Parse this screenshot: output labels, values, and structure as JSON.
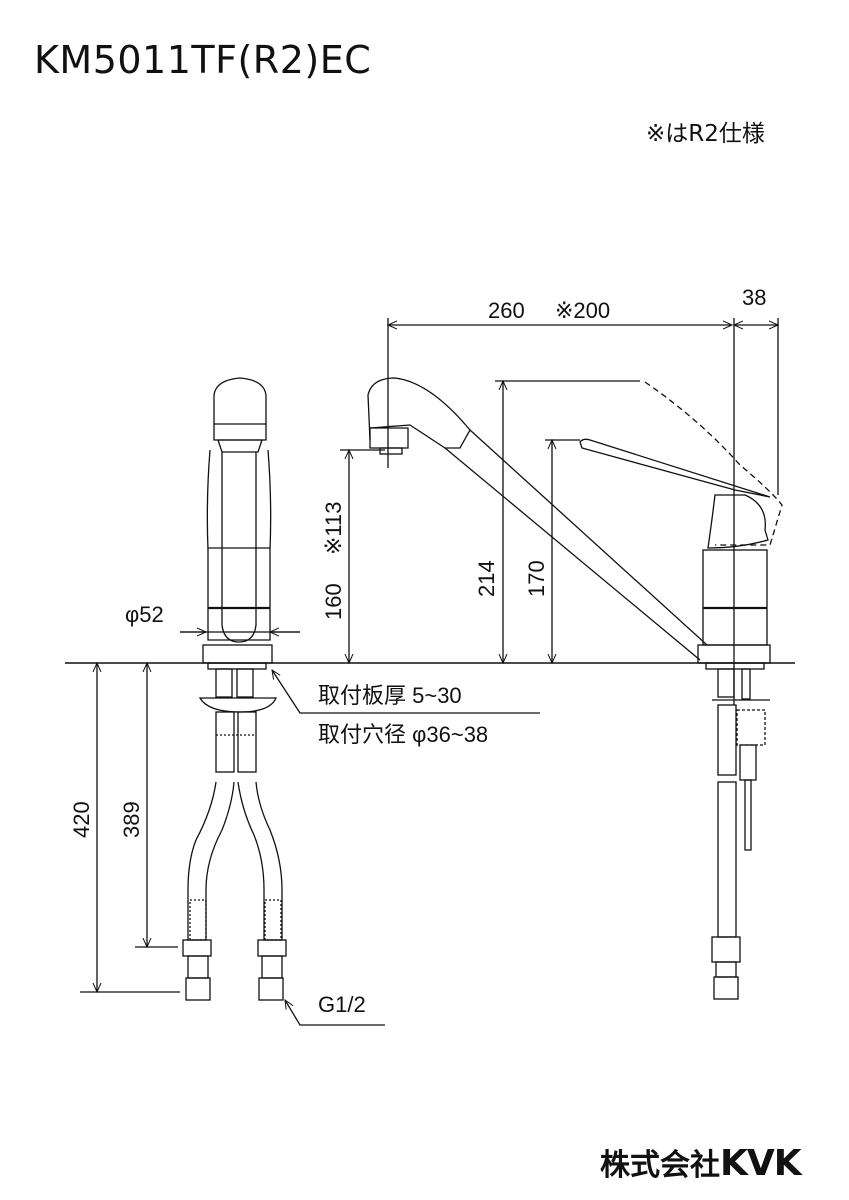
{
  "title": "KM5011TF(R2)EC",
  "note": "※はR2仕様",
  "dimensions": {
    "spout_reach": "260",
    "spout_reach_r2": "※200",
    "handle_offset": "38",
    "base_diameter": "φ52",
    "spout_height": "160",
    "spout_height_r2": "※113",
    "total_height": "214",
    "handle_height": "170",
    "hose_length_total": "420",
    "hose_length": "389",
    "mount_thickness": "取付板厚 5~30",
    "mount_hole": "取付穴径 φ36~38",
    "thread": "G1/2"
  },
  "logo": {
    "company": "株式会社",
    "brand": "KVK"
  }
}
